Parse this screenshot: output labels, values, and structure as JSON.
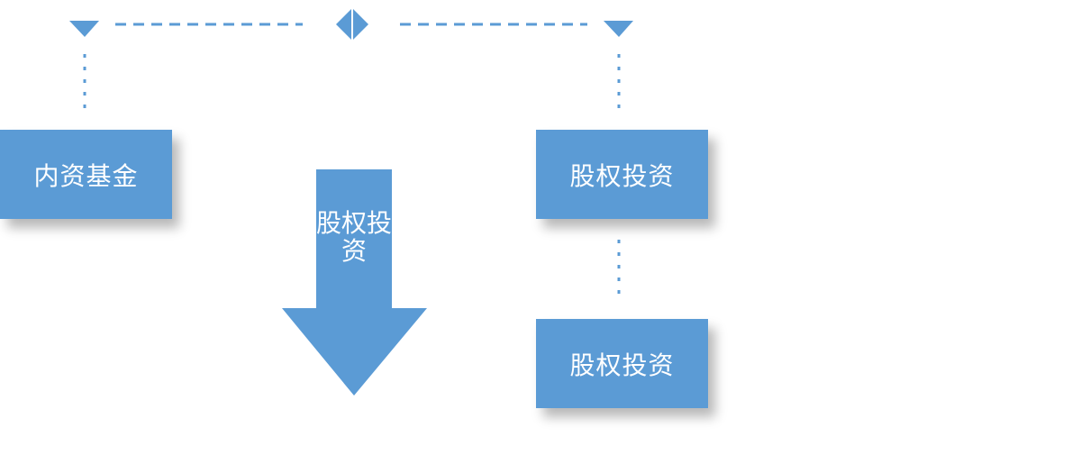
{
  "colors": {
    "accent": "#5b9bd5",
    "text": "#ffffff"
  },
  "nodes": {
    "left": "内资基金",
    "right_top": "股权投资",
    "right_bottom": "股权投资"
  },
  "arrow": {
    "label": "股权投资",
    "direction": "down"
  }
}
